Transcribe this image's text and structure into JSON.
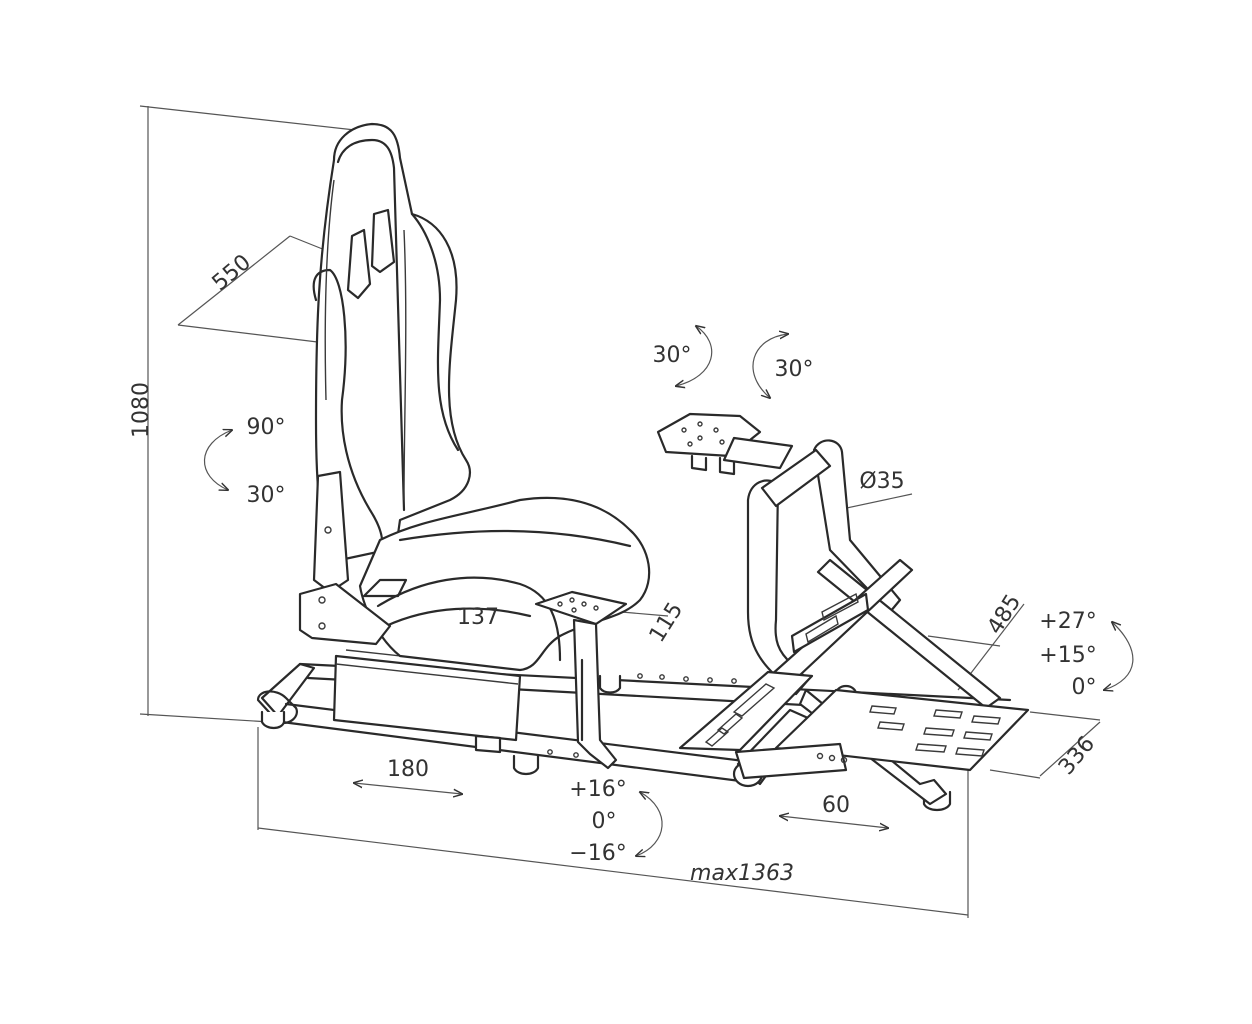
{
  "dimensions": {
    "height": "1080",
    "seat_width": "550",
    "seat_depth_slide": "180",
    "pedal_slide": "60",
    "length": "max1363",
    "tube_diameter": "Ø35",
    "plate_width": "137",
    "plate_depth": "115",
    "pedal_width": "485",
    "pedal_plate_depth": "336"
  },
  "angles": {
    "backrest_max": "90°",
    "backrest_min": "30°",
    "wheel_left": "30°",
    "wheel_right": "30°",
    "pedal_tilt_high": "+27°",
    "pedal_tilt_mid": "+15°",
    "pedal_tilt_zero": "0°",
    "plate_tilt_up": "+16°",
    "plate_tilt_zero": "0°",
    "plate_tilt_down": "−16°"
  }
}
